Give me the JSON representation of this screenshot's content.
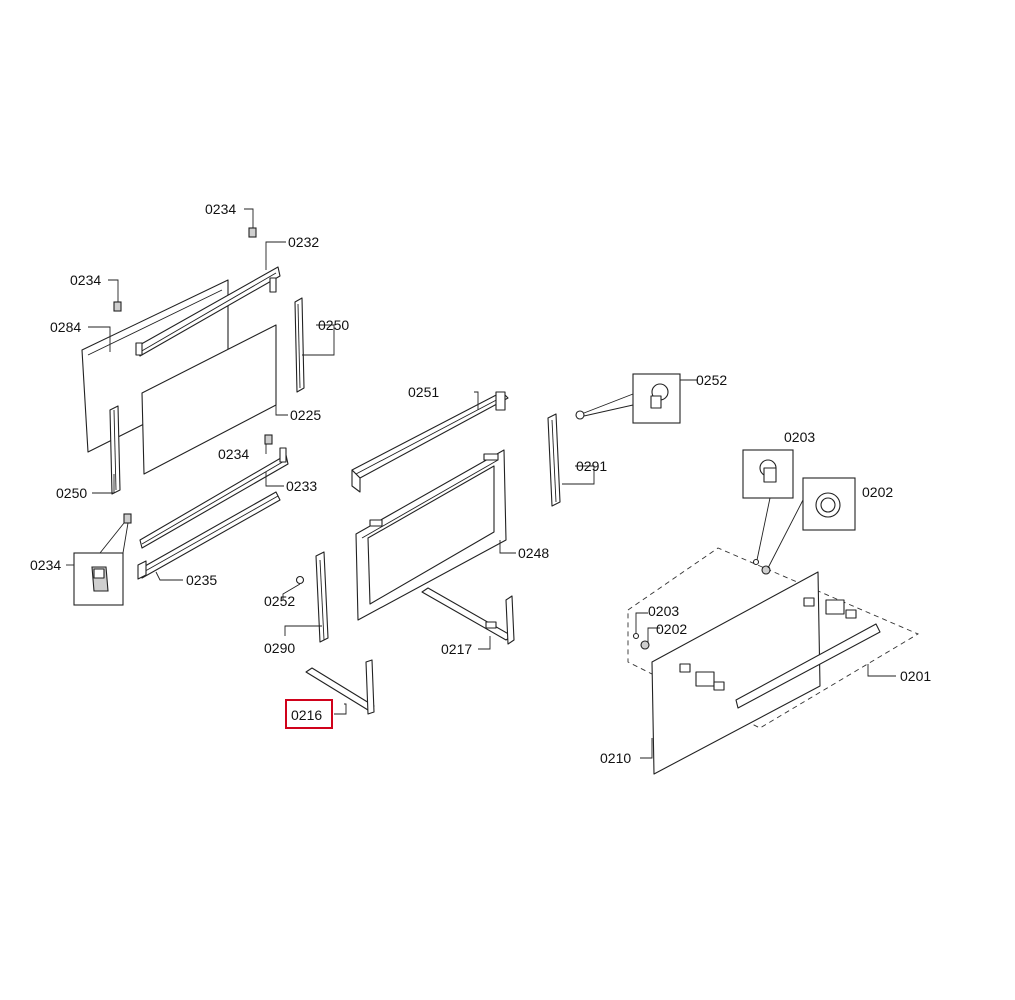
{
  "highlight_color": "#d0021b",
  "labels": {
    "p0234_a": "0234",
    "p0232": "0232",
    "p0234_b": "0234",
    "p0284": "0284",
    "p0250_a": "0250",
    "p0225": "0225",
    "p0234_c": "0234",
    "p0250_b": "0250",
    "p0233": "0233",
    "p0234_d": "0234",
    "p0235": "0235",
    "p0251": "0251",
    "p0252_a": "0252",
    "p0291": "0291",
    "p0248": "0248",
    "p0252_b": "0252",
    "p0290": "0290",
    "p0217": "0217",
    "p0216": "0216",
    "p0203_a": "0203",
    "p0202_a": "0202",
    "p0203_b": "0203",
    "p0202_b": "0202",
    "p0201": "0201",
    "p0210": "0210"
  },
  "highlighted_part": "0216"
}
